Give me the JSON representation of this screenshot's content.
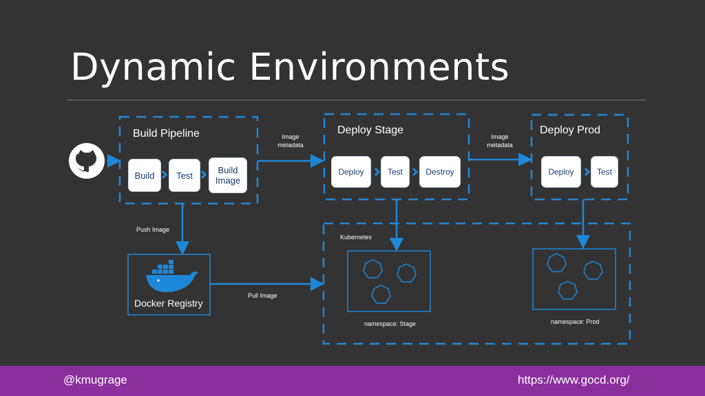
{
  "title": "Dynamic Environments",
  "build": {
    "label": "Build Pipeline",
    "steps": [
      "Build",
      "Test",
      "Build\nImage"
    ]
  },
  "stage": {
    "label": "Deploy Stage",
    "steps": [
      "Deploy",
      "Test",
      "Destroy"
    ]
  },
  "prod": {
    "label": "Deploy Prod",
    "steps": [
      "Deploy",
      "Test"
    ]
  },
  "arrows": {
    "image_metadata_1": "Image\nmetadata",
    "image_metadata_2": "Image\nmetadata",
    "push_image": "Push Image",
    "pull_image": "Pull Image"
  },
  "registry": {
    "label": "Docker Registry"
  },
  "kubernetes": {
    "label": "Kubernetes",
    "ns_stage": "namespace: Stage",
    "ns_prod": "namespace: Prod"
  },
  "footer": {
    "left": "@kmugrage",
    "right": "https://www.gocd.org/"
  },
  "colors": {
    "background": "#333333",
    "accent": "#1e88d8",
    "footer": "#8a2f9c"
  }
}
